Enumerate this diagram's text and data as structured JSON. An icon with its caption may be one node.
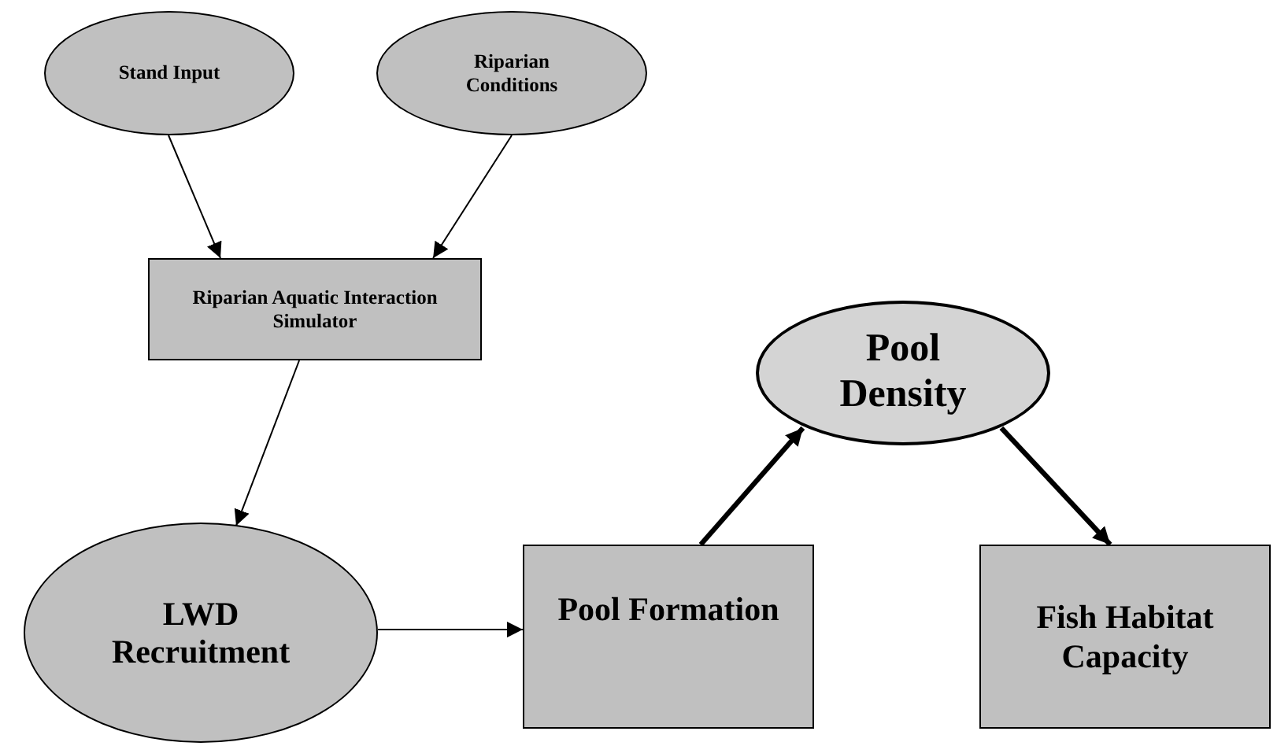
{
  "diagram": {
    "nodes": [
      {
        "text": [
          "Stand Input"
        ]
      },
      {
        "text": [
          "Riparian Conditions"
        ]
      },
      {
        "text": [
          "Riparian Aquatic Interaction Simulator"
        ]
      },
      {
        "text": [
          "Pool Density"
        ]
      },
      {
        "text": [
          "LWD Recruitment"
        ]
      },
      {
        "text": [
          "Pool Formation"
        ]
      },
      {
        "text": [
          "Fish Habitat Capacity"
        ]
      }
    ],
    "edges": [
      {
        "from": 0,
        "to": 2,
        "arrow": "to"
      },
      {
        "from": 1,
        "to": 2,
        "arrow": "to"
      },
      {
        "from": 2,
        "to": 4,
        "arrow": "to"
      },
      {
        "from": 4,
        "to": 5,
        "arrow": "to"
      },
      {
        "from": 5,
        "to": 3,
        "arrow": "to",
        "style": "thick"
      },
      {
        "from": 3,
        "to": 6,
        "arrow": "to",
        "style": "thick"
      }
    ]
  }
}
